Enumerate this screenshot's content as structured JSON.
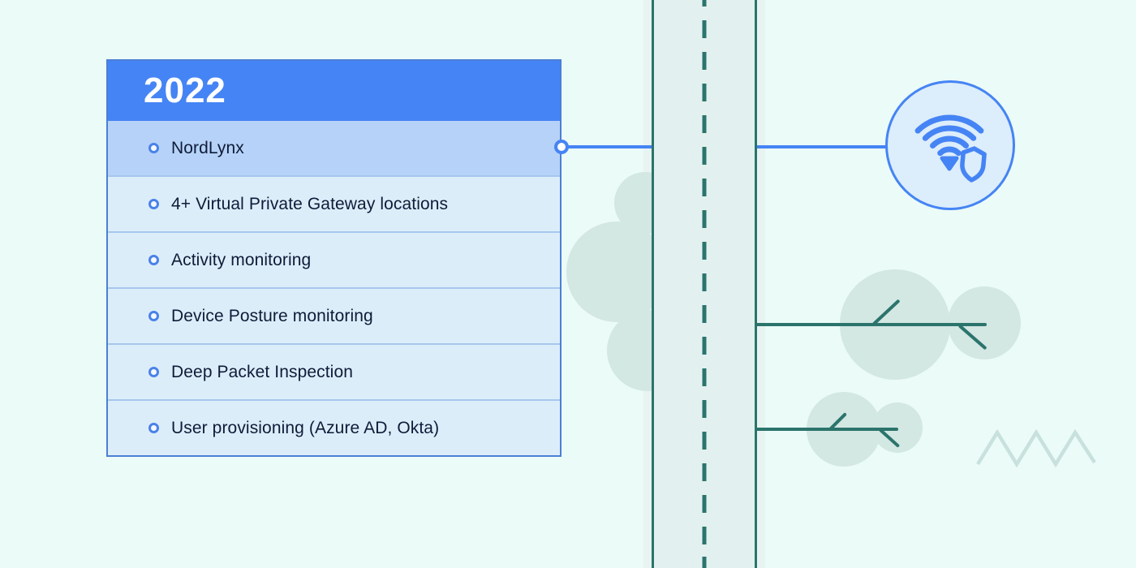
{
  "card": {
    "year": "2022",
    "header_color": "#4584F4",
    "highlight_color": "#B6D2F8",
    "items": [
      {
        "label": "NordLynx",
        "highlighted": true
      },
      {
        "label": "4+ Virtual Private Gateway locations",
        "highlighted": false
      },
      {
        "label": "Activity monitoring",
        "highlighted": false
      },
      {
        "label": "Device Posture monitoring",
        "highlighted": false
      },
      {
        "label": "Deep Packet Inspection",
        "highlighted": false
      },
      {
        "label": "User provisioning (Azure AD, Okta)",
        "highlighted": false
      }
    ]
  },
  "connector": {
    "linked_item": "NordLynx",
    "color": "#4584F4"
  },
  "badge": {
    "icon": "wifi-shield-icon",
    "fill": "#DCEDFB",
    "accent": "#4584F4"
  },
  "road": {
    "fill": "#E2F1EF",
    "edge_color": "#2B746C",
    "dash_color": "#2B746C"
  },
  "decor": {
    "foliage_color": "#D3E7E3",
    "branch_color": "#2B746C",
    "zigzag_color": "#C8E1DD",
    "background_color": "#EBFBF8"
  }
}
